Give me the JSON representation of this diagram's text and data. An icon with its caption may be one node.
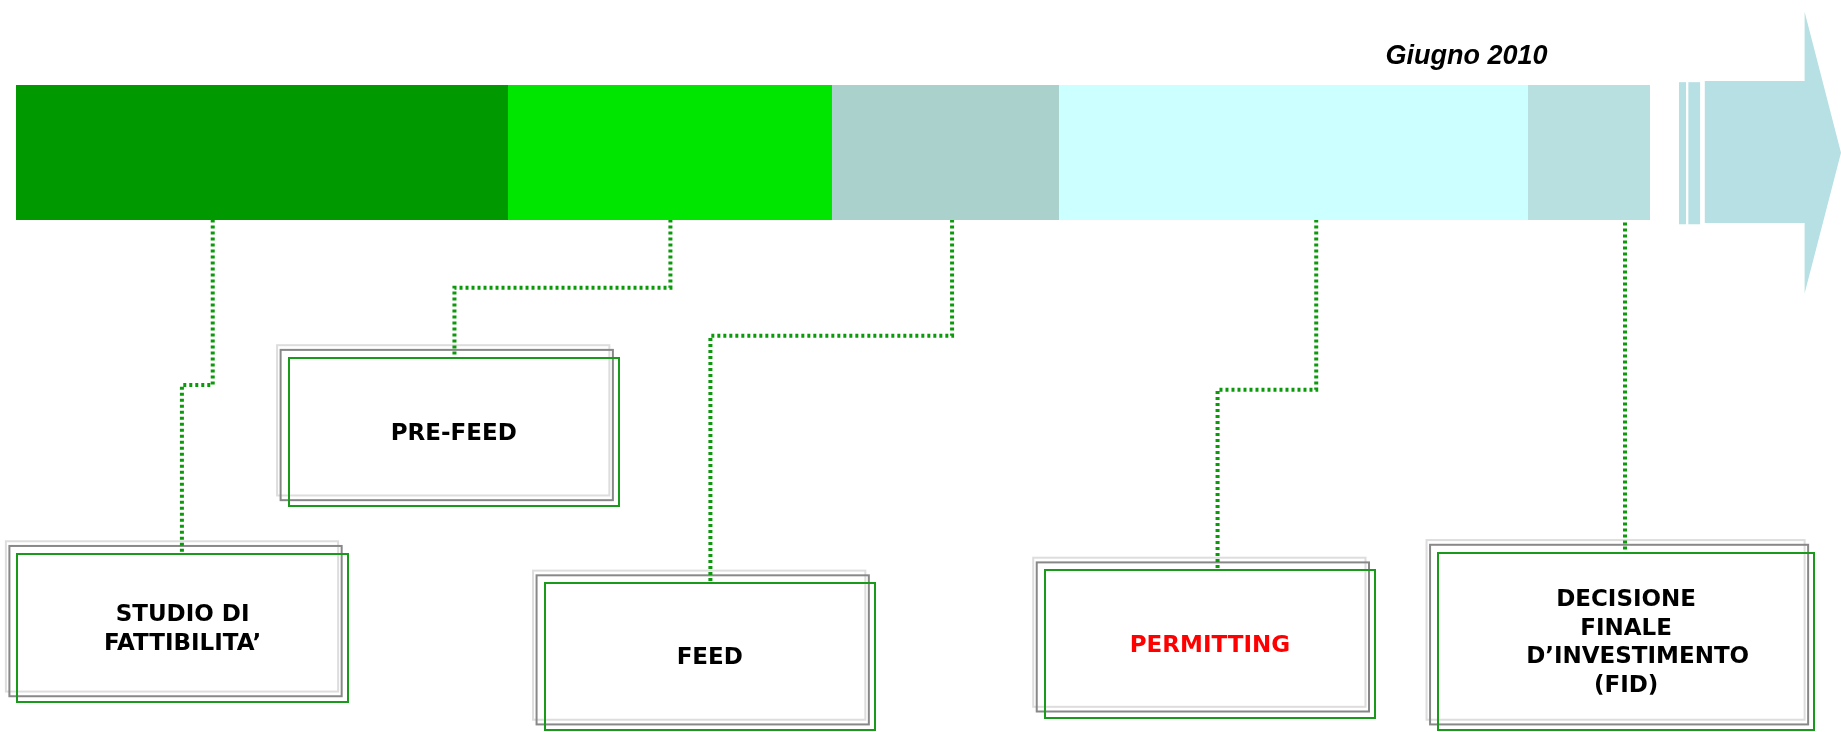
{
  "diagram": {
    "nodes": [
      {
        "text": [],
        "shape": "bar"
      },
      {
        "text": [],
        "shape": "bar"
      },
      {
        "text": [],
        "shape": "bar"
      },
      {
        "text": [],
        "shape": "bar"
      },
      {
        "text": [],
        "shape": "bar"
      },
      {
        "text": [
          "STUDIO DI FATTIBILITA’"
        ]
      },
      {
        "text": [
          "PRE-FEED"
        ]
      },
      {
        "text": [
          "FEED"
        ]
      },
      {
        "text": [
          "PERMITTING"
        ]
      },
      {
        "text": [
          "DECISIONE FINALE D’INVESTIMENTO (FID)"
        ]
      }
    ],
    "edges": [
      {
        "from": 0,
        "to": 5,
        "arrow": "none"
      },
      {
        "from": 1,
        "to": 6,
        "arrow": "none"
      },
      {
        "from": 2,
        "to": 7,
        "arrow": "none"
      },
      {
        "from": 3,
        "to": 8,
        "arrow": "none"
      },
      {
        "from": 4,
        "to": 9,
        "arrow": "none"
      }
    ],
    "labels": [
      "Giugno 2010"
    ]
  }
}
